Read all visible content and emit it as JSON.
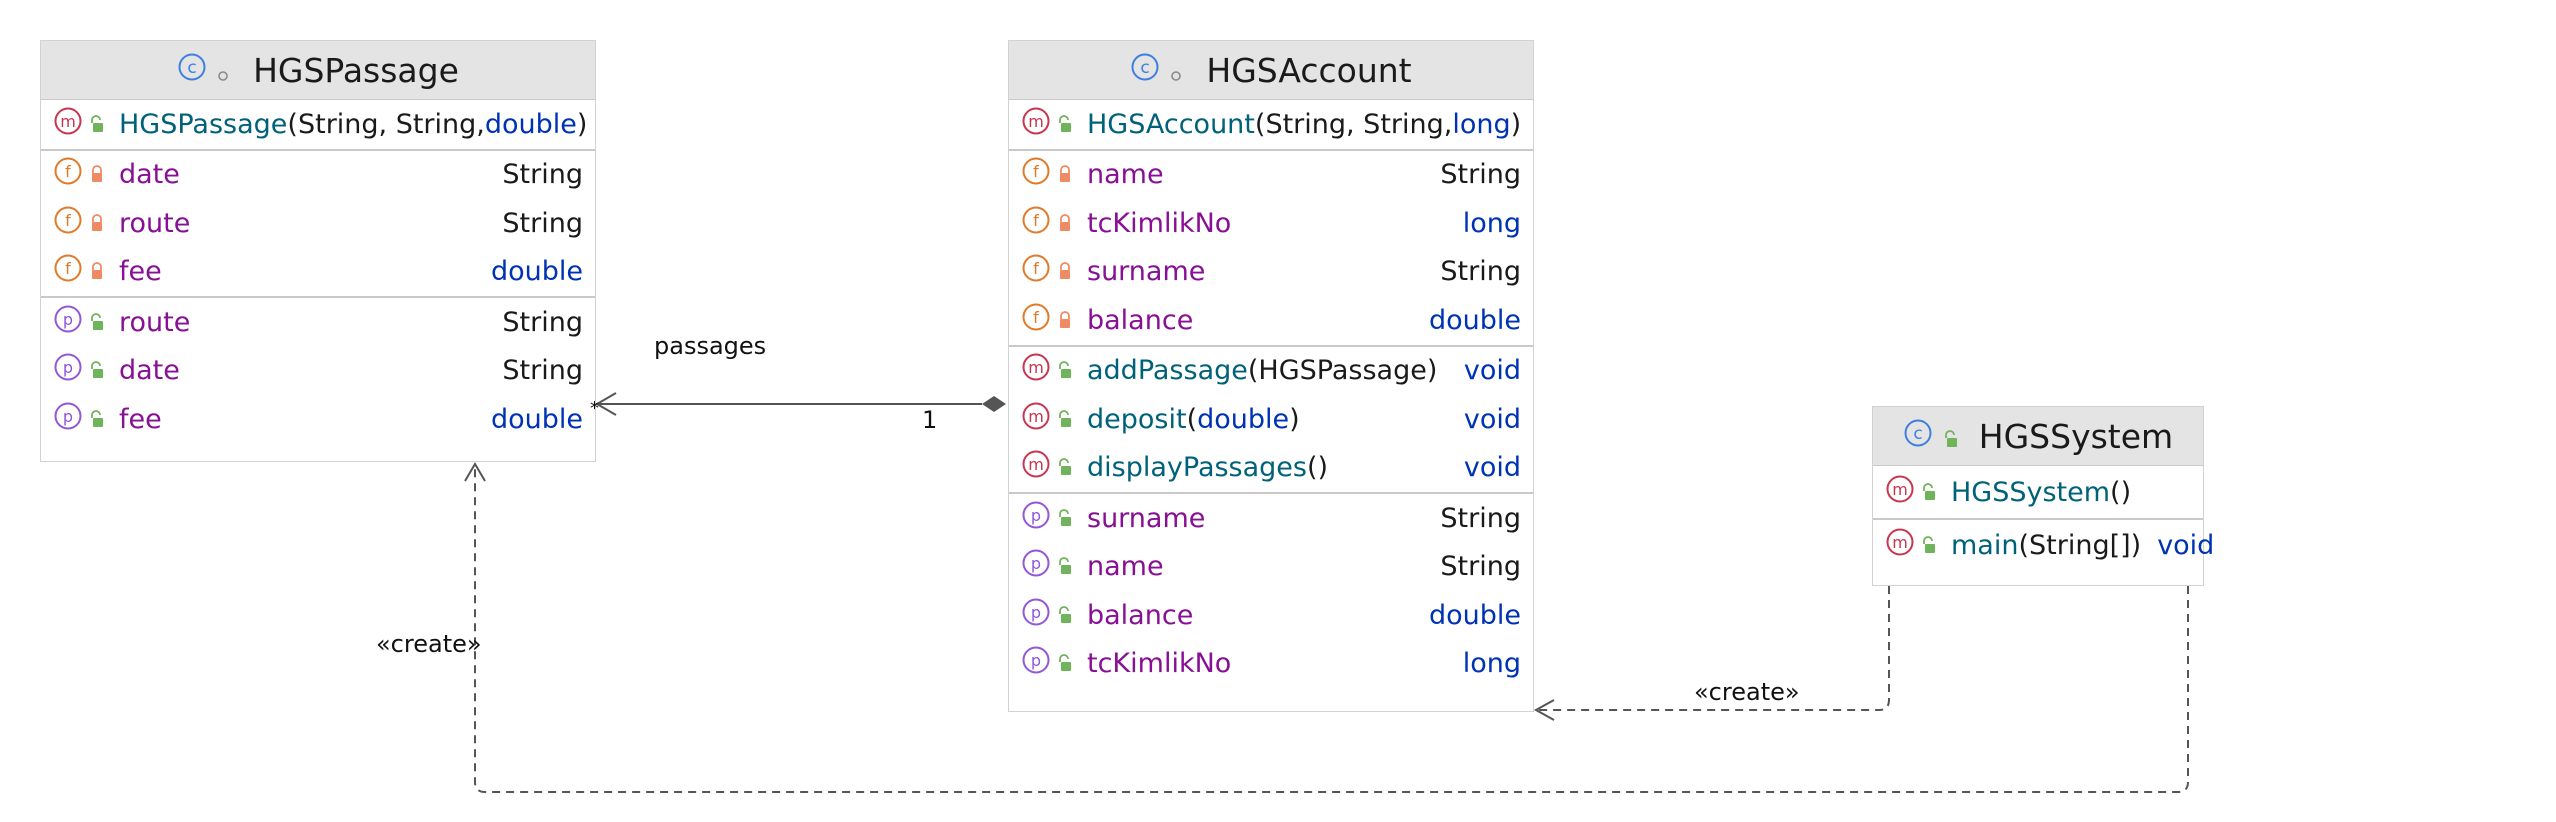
{
  "classes": {
    "passage": {
      "name": "HGSPassage",
      "constructor": {
        "name": "HGSPassage",
        "open": "(",
        "p1": "String, String, ",
        "p2": "double",
        "close": ")"
      },
      "fields": [
        {
          "name": "date",
          "type": "String"
        },
        {
          "name": "route",
          "type": "String"
        },
        {
          "name": "fee",
          "type": "double"
        }
      ],
      "properties": [
        {
          "name": "route",
          "type": "String"
        },
        {
          "name": "date",
          "type": "String"
        },
        {
          "name": "fee",
          "type": "double"
        }
      ]
    },
    "account": {
      "name": "HGSAccount",
      "constructor": {
        "name": "HGSAccount",
        "open": "(",
        "p1": "String, String, ",
        "p2": "long",
        "close": ")"
      },
      "fields": [
        {
          "name": "name",
          "type": "String"
        },
        {
          "name": "tcKimlikNo",
          "type": "long"
        },
        {
          "name": "surname",
          "type": "String"
        },
        {
          "name": "balance",
          "type": "double"
        }
      ],
      "methods": [
        {
          "name": "addPassage",
          "open": "(",
          "arg": "HGSPassage",
          "close": ")",
          "ret": "void"
        },
        {
          "name": "deposit",
          "open": "(",
          "arg": "double",
          "close": ")",
          "ret": "void"
        },
        {
          "name": "displayPassages",
          "open": "(",
          "arg": "",
          "close": ")",
          "ret": "void"
        }
      ],
      "properties": [
        {
          "name": "surname",
          "type": "String"
        },
        {
          "name": "name",
          "type": "String"
        },
        {
          "name": "balance",
          "type": "double"
        },
        {
          "name": "tcKimlikNo",
          "type": "long"
        }
      ]
    },
    "system": {
      "name": "HGSSystem",
      "constructor": {
        "name": "HGSSystem",
        "parens": "()"
      },
      "methods": [
        {
          "name": "main",
          "args": "(String[])",
          "ret": "void"
        }
      ]
    }
  },
  "edges": {
    "passages_label": "passages",
    "mult_many": "*",
    "mult_one": "1",
    "create_left": "«create»",
    "create_right": "«create»"
  },
  "colors": {
    "method_icon": "#c7354f",
    "field_icon": "#e07a28",
    "property_icon": "#9256d6",
    "class_icon": "#3d7fe0",
    "public_lock": "#6fb35a",
    "private_lock": "#ee8a64",
    "keyword": "#0033b3",
    "member_name": "#871094",
    "method_name": "#00627a"
  },
  "icons": {
    "class": "class-c-icon",
    "method": "method-m-icon",
    "field": "field-f-icon",
    "property": "property-p-icon",
    "public": "public-unlocked-icon",
    "private": "private-lock-icon"
  }
}
